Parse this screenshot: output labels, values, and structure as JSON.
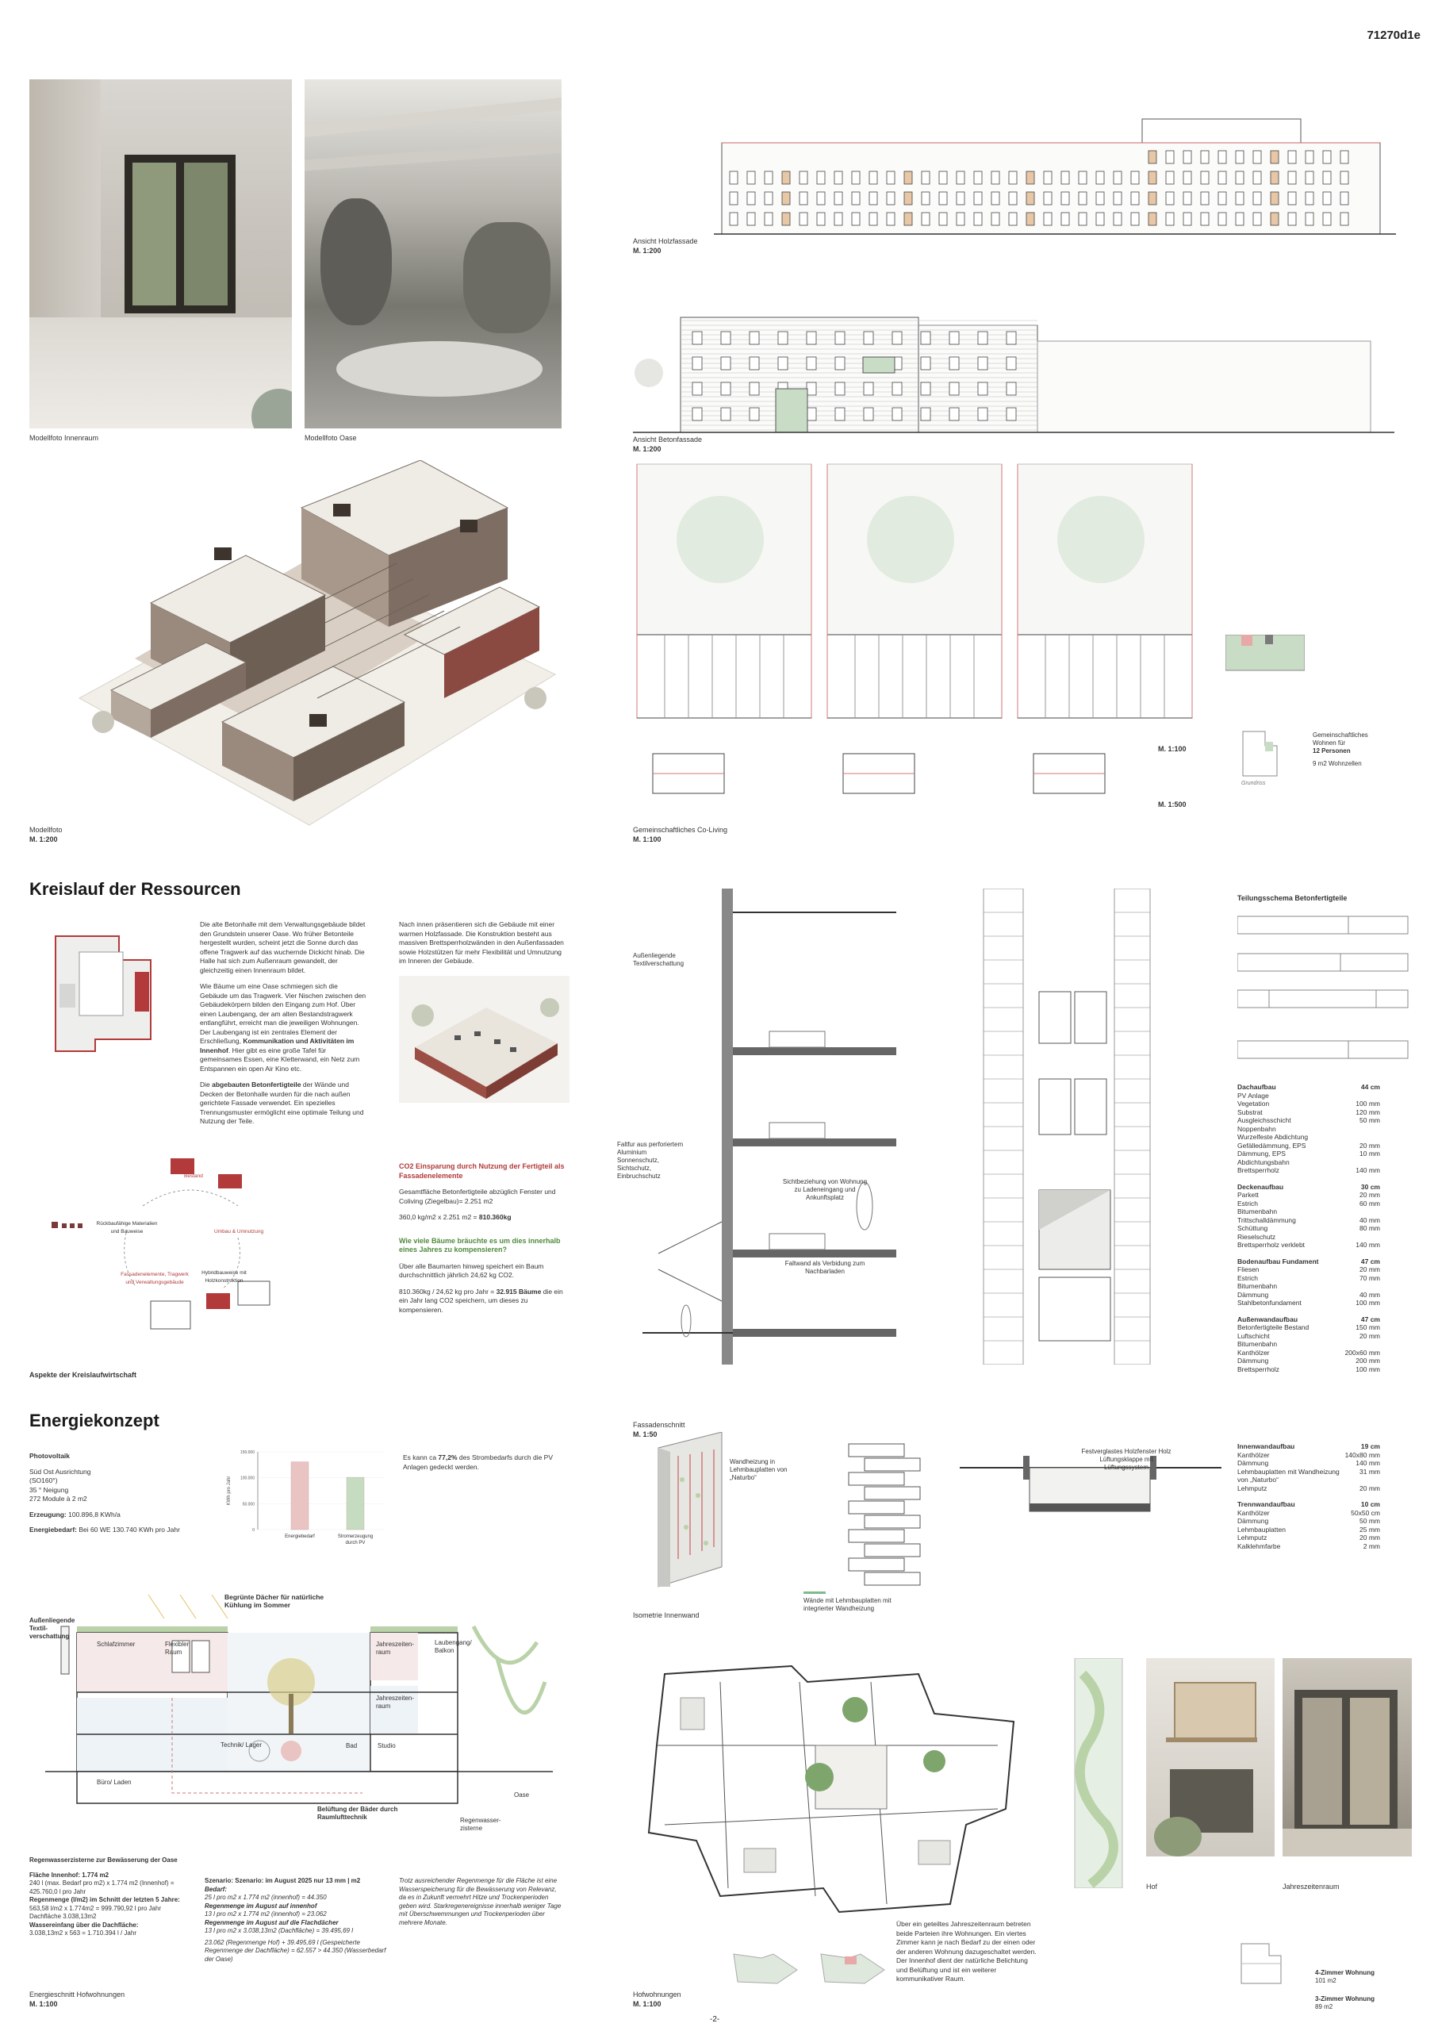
{
  "page_id": "71270d1e",
  "page_number": "-2-",
  "captions": {
    "innenraum": "Modellfoto Innenraum",
    "oase": "Modellfoto Oase",
    "modell": "Modellfoto",
    "modell_scale": "M. 1:200",
    "holzfassade": "Ansicht Holzfassade",
    "holzfassade_scale": "M. 1:200",
    "betonfassade": "Ansicht Betonfassade",
    "betonfassade_scale": "M. 1:200",
    "coliving": "Gemeinschaftliches Co-Living",
    "coliving_scale": "M. 1:100",
    "scale_100": "M. 1:100",
    "scale_500": "M. 1:500",
    "fassadenschnitt": "Fassadenschnitt",
    "fassadenschnitt_scale": "M. 1:50",
    "isometrie": "Isometrie Innenwand",
    "hofwohnungen": "Hofwohnungen",
    "hofwohnungen_scale": "M. 1:100",
    "hof": "Hof",
    "jahreszeitenraum": "Jahreszeitenraum",
    "energieschnitt": "Energieschnitt Hofwohnungen",
    "energieschnitt_scale": "M. 1:100",
    "kreislauf_aspekte": "Aspekte der Kreislaufwirtschaft"
  },
  "coliving_legend": {
    "line1": "Gemeinschaftliches",
    "line2": "Wohnen für",
    "line3": "12 Personen",
    "line4": "9 m2 Wohnzellen",
    "plan_word": "Grundriss"
  },
  "kreislauf": {
    "title": "Kreislauf der Ressourcen",
    "col1_p1": "Die alte Betonhalle mit dem Verwaltungsgebäude bildet den Grundstein unserer Oase. Wo früher Betonteile hergestellt wurden, scheint jetzt die Sonne durch das offene Tragwerk auf das wuchernde Dickicht hinab. Die Halle hat sich zum Außenraum gewandelt, der gleichzeitig einen Innenraum bildet.",
    "col1_p2a": "Wie Bäume um eine Oase schmiegen sich die Gebäude um das Tragwerk. Vier Nischen zwischen den Gebäudekörpern bilden den Eingang zum Hof. Über einen Laubengang, der am alten Bestandstragwerk entlangführt, erreicht man die jeweiligen Wohnungen. Der Laubengang ist ein zentrales Element der Erschließung, ",
    "col1_p2b": "Kommunikation und Aktivitäten im Innenhof",
    "col1_p2c": ". Hier gibt es eine große Tafel für gemeinsames Essen, eine Kletterwand, ein Netz zum Entspannen ein open Air Kino etc.",
    "col1_p3a": "Die ",
    "col1_p3b": "abgebauten Betonfertigteile",
    "col1_p3c": " der Wände und Decken der Betonhalle wurden für die nach außen gerichtete Fassade verwendet. Ein spezielles Trennungsmuster ermöglicht eine optimale Teilung und Nutzung der Teile.",
    "col2_p1": "Nach innen präsentieren sich die Gebäude mit einer warmen Holzfassade. Die Konstruktion besteht aus massiven Brettsperrholzwänden in den Außenfassaden sowie Holzstützen für mehr Flexibilität und Umnutzung im Inneren der Gebäude.",
    "co2_head": "CO2 Einsparung durch Nutzung der Fertigteil als Fassadenelemente",
    "co2_p1": "Gesamtfläche Betonfertigteile abzüglich Fenster und Coliving (Ziegelbau)= 2.251 m2",
    "co2_p2a": "360,0 kg/m2 x 2.251 m2 = ",
    "co2_p2b": "810.360kg",
    "trees_head": "Wie viele Bäume bräuchte es um dies innerhalb eines Jahres zu kompensieren?",
    "trees_p1": "Über alle Baumarten hinweg speichert ein Baum durchschnittlich jährlich 24,62 kg CO2.",
    "trees_p2a": "810.360kg / 24,62 kg pro Jahr = ",
    "trees_p2b": "32.915 Bäume",
    "trees_p2c": " die ein ein Jahr lang CO2 speichern, um dieses zu kompensieren.",
    "cycle_labels": {
      "bestand": "Bestand",
      "rueckbau": "Rückbaufähige Materialien und Bauweise",
      "umbau": "Umbau & Umnutzung",
      "fassade": "Fassadenelemente, Tragwerk und Verwaltungsgebäude",
      "hybrid": "Hybridbauweise mit Holzkonstruktion"
    }
  },
  "energie": {
    "title": "Energiekonzept",
    "pv_head": "Photovoltaik",
    "pv_lines": [
      "Süd Ost Ausrichtung",
      "(SO160°)",
      "35 ° Neigung",
      "272 Module à 2 m2"
    ],
    "erzeugung_label": "Erzeugung:",
    "erzeugung_value": " 100.896,8 KWh/a",
    "bedarf_label": "Energiebedarf:",
    "bedarf_value": " Bei 60 WE 130.740 KWh pro Jahr",
    "pv_text_a": "Es kann ca ",
    "pv_text_b": "77,2%",
    "pv_text_c": " des Strombedarfs durch die PV Anlagen gedeckt werden."
  },
  "chart_data": {
    "type": "bar",
    "categories": [
      "Energiebedarf",
      "Stromerzeugung durch PV"
    ],
    "values": [
      130740,
      100896.8
    ],
    "ylabel": "KWh pro Jahr",
    "ylim": [
      0,
      150000
    ],
    "ticks": [
      "150.000",
      "100.000",
      "50.000",
      "0"
    ],
    "colors": [
      "#eac3c3",
      "#c5dcc0"
    ]
  },
  "energieschnitt": {
    "roof_note": "Begrünte Dächer für natürliche Kühlung im Sommer",
    "textil": "Außenliegende Textil-verschattung",
    "rooms": [
      "Schlafzimmer",
      "Flexibler Raum",
      "Jahreszeiten-raum",
      "Laubengang/ Balkon",
      "Jahreszeiten-raum",
      "Technik/ Lager",
      "Bad",
      "Studio",
      "Büro/ Laden",
      "Oase"
    ],
    "lueftung": "Belüftung der Bäder durch Raumlufttechnik",
    "zisterne": "Regenwasser-zisterne"
  },
  "regen": {
    "head": "Regenwasserzisterne zur Bewässerung der Oase",
    "l1": "Fläche Innenhof: 1.774 m2",
    "l2": "240 l (max. Bedarf pro m2) x 1.774 m2 (Innenhof) = 425.760,0 l pro Jahr",
    "l3": "Regenmenge (l/m2) im Schnitt der letzten 5 Jahre:",
    "l4": "563,58 l/m2 x 1.774m2 = 999.790,92 l pro Jahr",
    "l5": "Dachfläche 3.038,13m2",
    "l6": "Wassereinfang über die Dachfläche:",
    "l7": "3.038,13m2 x 563 = 1.710.394 l / Jahr",
    "s_head": "Szenario: Szenario: im August 2025 nur 13 mm | m2",
    "s1": "Bedarf:",
    "s2": "25 l pro m2 x 1.774 m2 (innenhof) = 44.350",
    "s3": "Regenmenge im August auf innenhof",
    "s4": "13 l pro m2 x 1.774 m2 (innenhof) = 23.062",
    "s5": "Regenmenge im August auf die Flachdächer",
    "s6": "13 l pro m2 x 3.038,13m2 (Dachfläche) = 39.495,69 l",
    "s7": "23.062 (Regenmenge Hof) + 39.495,69 l (Gespeicherte Regenmenge der Dachfläche) = 62.557 > 44.350 (Wasserbedarf der Oase)",
    "t1": "Trotz ausreichender Regenmenge für die Fläche ist eine Wasserspeicherung für die Bewässerung von Relevanz, da es in Zukunft vermehrt Hitze und Trockenperioden geben wird. Starkregenereignisse innerhalb weniger Tage mit Überschwemmungen und Trockenperioden über mehrere Monate."
  },
  "fassade": {
    "textil": "Außenliegende Textilverschattung",
    "faltfur": "Faltfur aus perforiertem Aluminium Sonnenschutz, Sichtschutz, Einbruchschutz",
    "sicht": "Sichtbeziehung von Wohnung zu Ladeneingang und Ankunftsplatz",
    "faltwand": "Faltwand als Verbidung zum Nachbarladen"
  },
  "teilung": {
    "title": "Teilungsschema Betonfertigteile"
  },
  "specs": [
    {
      "name": "Dachaufbau",
      "total": "44 cm",
      "rows": [
        [
          "PV Anlage",
          ""
        ],
        [
          "Vegetation",
          "100 mm"
        ],
        [
          "Substrat",
          "120 mm"
        ],
        [
          "Ausgleichsschicht",
          "50 mm"
        ],
        [
          "Noppenbahn",
          ""
        ],
        [
          "Wurzelfeste Abdichtung",
          ""
        ],
        [
          "Gefälledämmung, EPS",
          "20 mm"
        ],
        [
          "Dämmung, EPS",
          "10 mm"
        ],
        [
          "Abdichtungsbahn",
          ""
        ],
        [
          "Brettsperrholz",
          "140 mm"
        ]
      ]
    },
    {
      "name": "Deckenaufbau",
      "total": "30 cm",
      "rows": [
        [
          "Parkett",
          "20 mm"
        ],
        [
          "Estrich",
          "60 mm"
        ],
        [
          "Bitumenbahn",
          ""
        ],
        [
          "Trittschalldämmung",
          "40 mm"
        ],
        [
          "Schüttung",
          "80 mm"
        ],
        [
          "Rieselschutz",
          ""
        ],
        [
          "Brettsperrholz verklebt",
          "140 mm"
        ]
      ]
    },
    {
      "name": "Bodenaufbau Fundament",
      "total": "47 cm",
      "rows": [
        [
          "Fliesen",
          "20 mm"
        ],
        [
          "Estrich",
          "70 mm"
        ],
        [
          "Bitumenbahn",
          ""
        ],
        [
          "Dämmung",
          "40 mm"
        ],
        [
          "Stahlbetonfundament",
          "100 mm"
        ]
      ]
    },
    {
      "name": "Außenwandaufbau",
      "total": "47 cm",
      "rows": [
        [
          "Betonfertigteile Bestand",
          "150 mm"
        ],
        [
          "Luftschicht",
          "20 mm"
        ],
        [
          "Bitumenbahn",
          ""
        ],
        [
          "Kanthölzer",
          "200x60 mm"
        ],
        [
          "Dämmung",
          "200 mm"
        ],
        [
          "Brettsperrholz",
          "100 mm"
        ]
      ]
    }
  ],
  "specs2": [
    {
      "name": "Innenwandaufbau",
      "total": "19 cm",
      "rows": [
        [
          "Kanthölzer",
          "140x80 mm"
        ],
        [
          "Dämmung",
          "140 mm"
        ],
        [
          "Lehmbauplatten mit Wandheizung von „Naturbo“",
          "31 mm"
        ],
        [
          "Lehmputz",
          "20 mm"
        ]
      ]
    },
    {
      "name": "Trennwandaufbau",
      "total": "10 cm",
      "rows": [
        [
          "Kanthölzer",
          "50x50 cm"
        ],
        [
          "Dämmung",
          "50 mm"
        ],
        [
          "Lehmbauplatten",
          "25 mm"
        ],
        [
          "Lehmputz",
          "20 mm"
        ],
        [
          "Kalklehmfarbe",
          "2 mm"
        ]
      ]
    }
  ],
  "iso": {
    "wandheizung": "Wandheizung in Lehmbauplatten von „Naturbo“",
    "waende": "Wände mit Lehmbauplatten mit integrierter Wandheizung",
    "holzfenster": "Festverglastes Holzfenster Holz Lüftungsklappe mit Lüftungssystem"
  },
  "hof": {
    "text": "Über ein geteiltes Jahreszeitenraum betreten beide Parteien ihre Wohnungen. Ein viertes Zimmer kann je nach Bedarf zu der einen oder der anderen Wohnung dazugeschaltet werden. Der Innenhof dient der natürliche Belichtung und Belüftung und ist ein weiterer kommunikativer Raum.",
    "w4_name": "4-Zimmer Wohnung",
    "w4_size": "101 m2",
    "w3_name": "3-Zimmer Wohnung",
    "w3_size": "89 m2"
  }
}
